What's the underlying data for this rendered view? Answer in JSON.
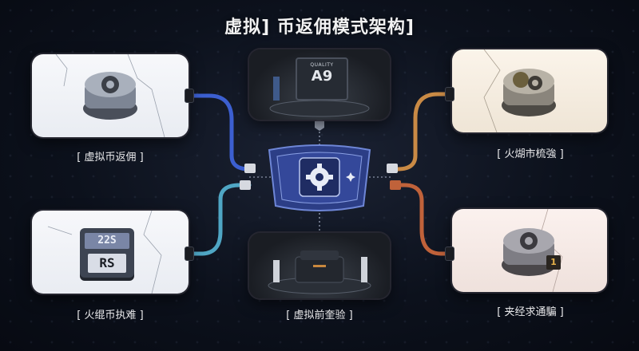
{
  "title": "虚拟] 币返佣模式架构]",
  "nodes": {
    "top_left_label": "[ 虚拟币返佣 ]",
    "bottom_left_label": "[ 火绲币执难 ]",
    "top_right_label": "[ 火煳市梳強 ]",
    "bottom_right_label": "[ 夹经求通騙 ]",
    "bottom_center_label": "[ 虚拟前奎验 ]"
  },
  "screens": {
    "top_center_text_small": "QUALITY",
    "top_center_text": "A9",
    "bottom_left_top_text": "22S",
    "bottom_left_bottom_text": "RS",
    "bottom_right_badge": "1"
  },
  "colors": {
    "blue_wire": "#3c5fd0",
    "teal_wire": "#4fa6c4",
    "amber_wire": "#c98a45",
    "copper_wire": "#c0623a",
    "hub": "#2c3e86"
  }
}
